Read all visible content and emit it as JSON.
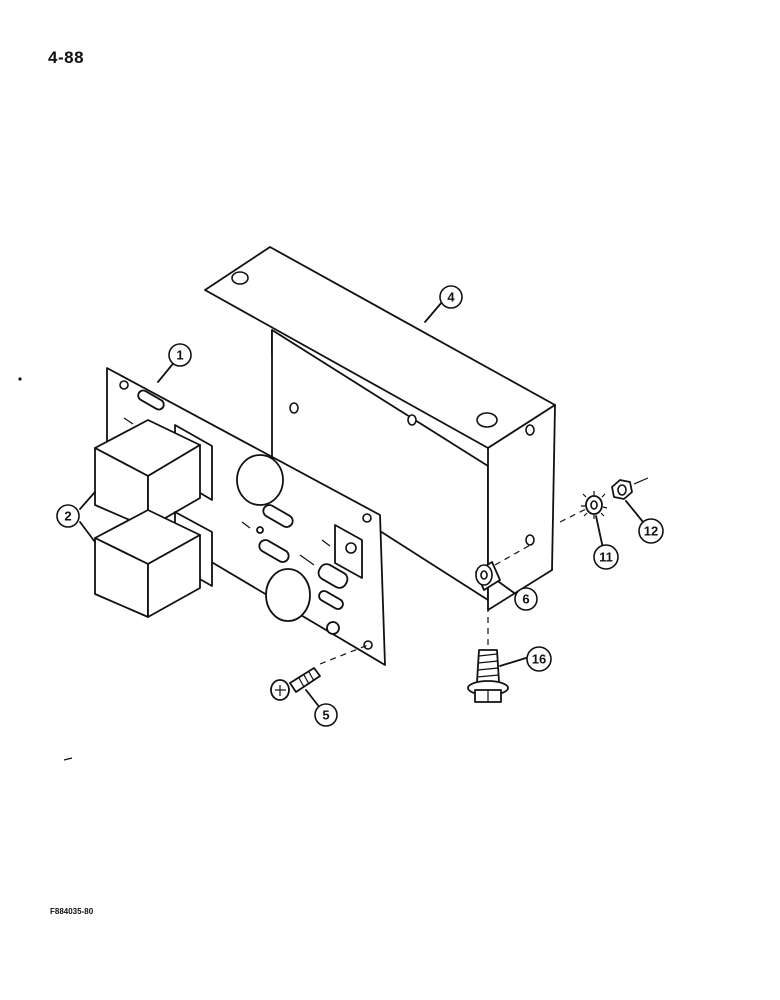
{
  "page": {
    "number": "4-88",
    "figure_code": "F884035-80"
  },
  "callouts": [
    {
      "id": "c1",
      "label": "1"
    },
    {
      "id": "c2",
      "label": "2"
    },
    {
      "id": "c4",
      "label": "4"
    },
    {
      "id": "c5",
      "label": "5"
    },
    {
      "id": "c6",
      "label": "6"
    },
    {
      "id": "c11",
      "label": "11"
    },
    {
      "id": "c12",
      "label": "12"
    },
    {
      "id": "c16",
      "label": "16"
    }
  ],
  "colors": {
    "ink": "#111111",
    "paper": "#ffffff"
  }
}
